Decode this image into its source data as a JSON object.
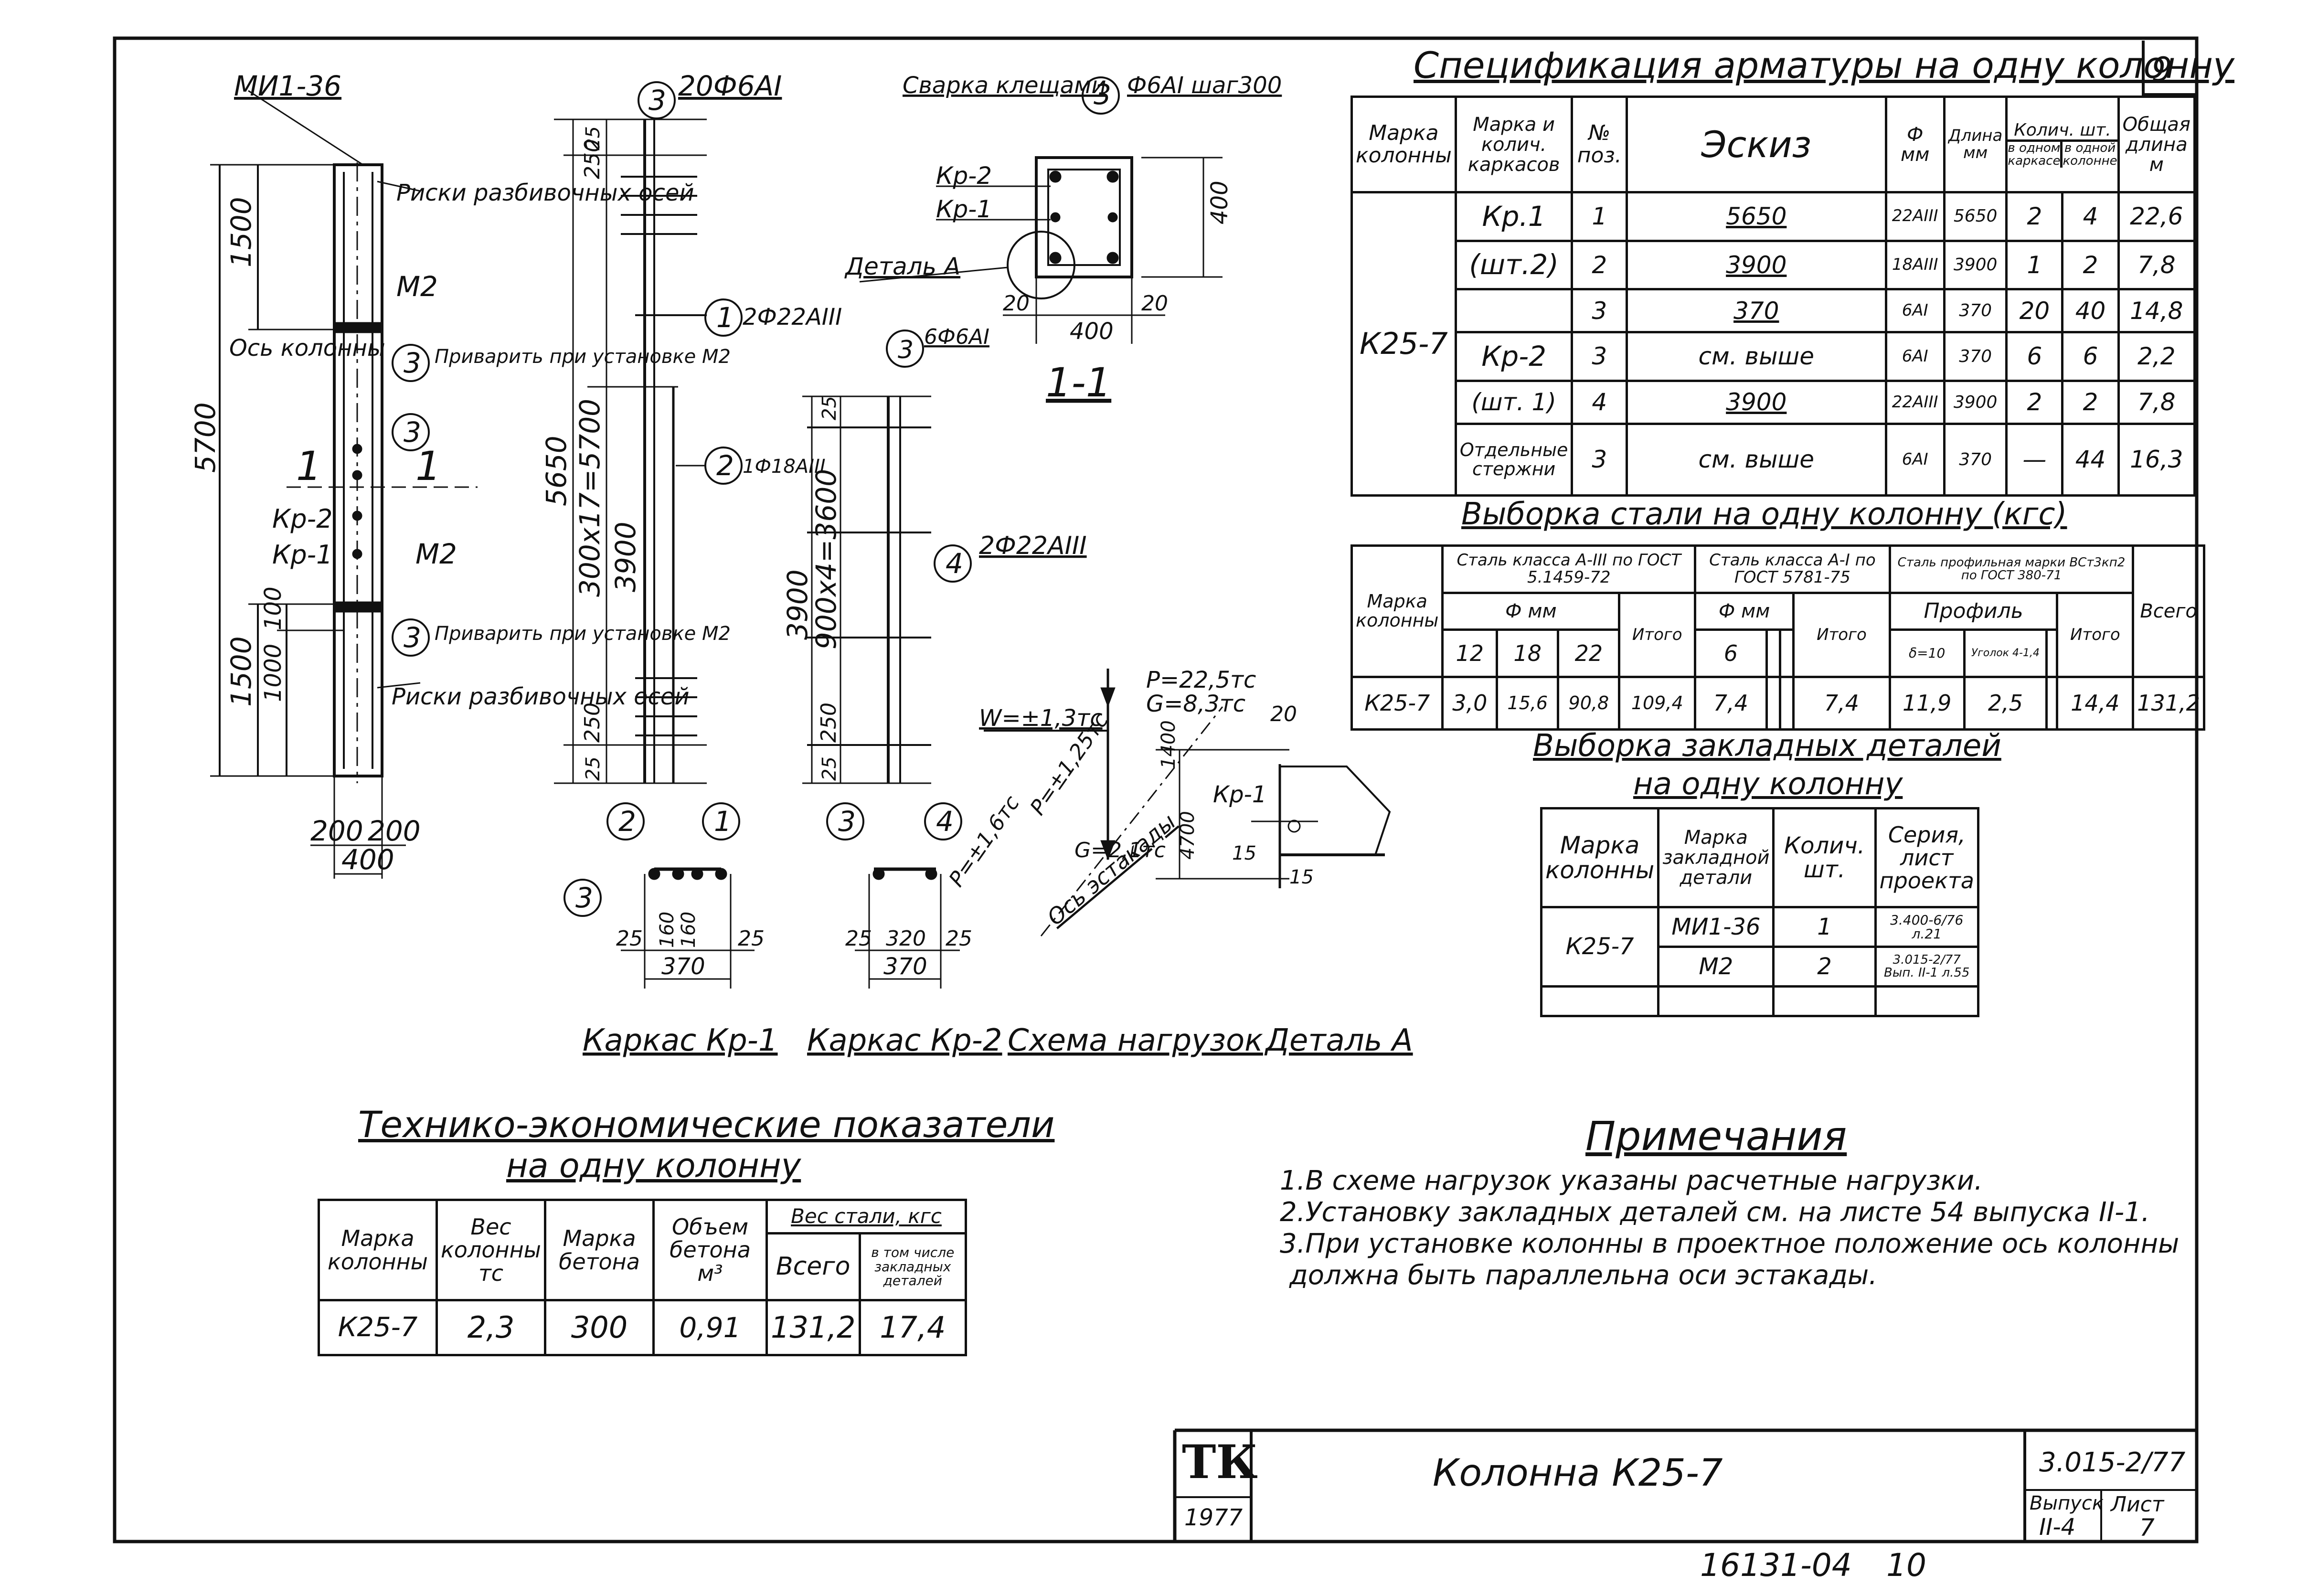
{
  "sheet_number": "9",
  "elevation": {
    "embedded_top": "МИ1-36",
    "risk_top": "Риски разбивочных осей",
    "m2_top": "М2",
    "axis": "Ось колонны",
    "weld_top": "Приварить при установке М2",
    "kp2": "Кр-2",
    "kp1": "Кр-1",
    "m2_bottom": "М2",
    "weld_bottom": "Приварить при установке М2",
    "risk_bottom": "Риски разбивочных осей",
    "section_mark": "1",
    "pos3": "3",
    "dim_5700": "5700",
    "dim_1500_top": "1500",
    "dim_1500_bot": "1500",
    "dim_1000": "1000",
    "dim_100": "100",
    "dim_200a": "200",
    "dim_200b": "200",
    "dim_400": "400"
  },
  "kp1": {
    "callout3": "20Ф6АI",
    "callout1": "2Ф22АIII",
    "callout2": "1Ф18АIII",
    "dim_5650": "5650",
    "dim_spacing": "300х17=5700",
    "dim_3900": "3900",
    "dim_250a": "250",
    "dim_250b": "250",
    "dim_25a": "25",
    "dim_25b": "25"
  },
  "kp2": {
    "callout3": "6Ф6АI",
    "callout4": "2Ф22АIII",
    "dim_3900": "3900",
    "dim_spacing": "900х4=3600",
    "dim_250": "250",
    "dim_25a": "25",
    "dim_25b": "25"
  },
  "section11": {
    "weld": "Сварка клещами",
    "callout3": "Ф6АI шаг300",
    "kp2": "Кр-2",
    "kp1": "Кр-1",
    "detail": "Деталь А",
    "title": "1-1",
    "dim_400w": "400",
    "dim_400h": "400",
    "dim_20a": "20",
    "dim_20b": "20"
  },
  "cross_sections": {
    "kp1_dims": [
      "25",
      "160",
      "160",
      "25"
    ],
    "kp1_total": "370",
    "kp2_dims": [
      "25",
      "320",
      "25"
    ],
    "kp2_total": "370",
    "n1": "1",
    "n2": "2",
    "n3": "3",
    "n4": "4"
  },
  "loads": {
    "w": "W=±1,3тс",
    "p": "P=22,5тс",
    "g": "G=8,3тс",
    "p1": "P=±1,6тс",
    "p2": "P=±1,25тс",
    "g2": "G=2,1тс",
    "axis": "Ось эстакады",
    "dim_1400": "1400",
    "dim_4700": "4700",
    "dim_20": "20",
    "dim_15a": "15",
    "dim_15b": "15",
    "kp1": "Кр-1"
  },
  "captions": {
    "kp1": "Каркас Кр-1",
    "kp2": "Каркас Кр-2",
    "loads": "Схема нагрузок",
    "detail": "Деталь А"
  },
  "spec": {
    "title": "Спецификация арматуры на одну колонну",
    "headers": {
      "mark": "Марка колонны",
      "cage": "Марка и колич. каркасов",
      "pos": "№ поз.",
      "sketch": "Эскиз",
      "dia": "Ф мм",
      "len": "Длина мм",
      "qty": "Колич. шт.",
      "qty_one": "в одном каркасе",
      "qty_col": "в одной колонне",
      "total": "Общая длина м"
    },
    "column": "К25-7",
    "rows": [
      {
        "cage": "Кр.1",
        "pos": "1",
        "sketch": "5650",
        "dia": "22АIII",
        "len": "5650",
        "q1": "2",
        "q2": "4",
        "total": "22,6"
      },
      {
        "cage": "(шт.2)",
        "pos": "2",
        "sketch": "3900",
        "dia": "18АIII",
        "len": "3900",
        "q1": "1",
        "q2": "2",
        "total": "7,8"
      },
      {
        "cage": "",
        "pos": "3",
        "sketch": "370",
        "dia": "6АI",
        "len": "370",
        "q1": "20",
        "q2": "40",
        "total": "14,8"
      },
      {
        "cage": "Кр-2",
        "pos": "3",
        "sketch": "см. выше",
        "dia": "6АI",
        "len": "370",
        "q1": "6",
        "q2": "6",
        "total": "2,2"
      },
      {
        "cage": "(шт. 1)",
        "pos": "4",
        "sketch": "3900",
        "dia": "22АIII",
        "len": "3900",
        "q1": "2",
        "q2": "2",
        "total": "7,8"
      },
      {
        "cage": "Отдельные стержни",
        "pos": "3",
        "sketch": "см. выше",
        "dia": "6АI",
        "len": "370",
        "q1": "—",
        "q2": "44",
        "total": "16,3"
      }
    ]
  },
  "steel": {
    "title": "Выборка стали на одну колонну (кгс)",
    "mark": "Марка колонны",
    "a3": "Сталь класса А-III по ГОСТ 5.1459-72",
    "a1": "Сталь класса А-I по ГОСТ 5781-75",
    "prof": "Сталь профильная марки ВСт3кп2 по ГОСТ 380-71",
    "mm": "Ф мм",
    "profile": "Профиль",
    "itogo": "Итого",
    "vsego": "Всего",
    "d12": "12",
    "d18": "18",
    "d22": "22",
    "d6": "6",
    "s10": "δ=10",
    "ugol": "Уголок 4-1,4",
    "column": "К25-7",
    "v12": "3,0",
    "v18": "15,6",
    "v22": "90,8",
    "vitogo3": "109,4",
    "v6": "7,4",
    "vitogo1": "7,4",
    "vs10": "11,9",
    "vugol": "2,5",
    "vitogo_p": "14,4",
    "vtotal": "131,2"
  },
  "embedded": {
    "title1": "Выборка закладных деталей",
    "title2": "на одну колонну",
    "h_mark": "Марка колонны",
    "h_det": "Марка закладной детали",
    "h_qty": "Колич. шт.",
    "h_series": "Серия, лист проекта",
    "column": "К25-7",
    "rows": [
      {
        "det": "МИ1-36",
        "qty": "1",
        "series": "3.400-6/76 л.21"
      },
      {
        "det": "М2",
        "qty": "2",
        "series": "3.015-2/77 Вып. II-1 л.55"
      }
    ]
  },
  "tep": {
    "title1": "Технико-экономические показатели",
    "title2": "на одну колонну",
    "h_mark": "Марка колонны",
    "h_weight": "Вес колонны тс",
    "h_concrete": "Марка бетона",
    "h_volume": "Объем бетона м³",
    "h_steel": "Вес стали, кгс",
    "h_total": "Всего",
    "h_incl": "в том числе закладных деталей",
    "column": "К25-7",
    "weight": "2,3",
    "concrete": "300",
    "volume": "0,91",
    "total": "131,2",
    "incl": "17,4"
  },
  "notes": {
    "title": "Примечания",
    "items": [
      "1.В схеме нагрузок указаны расчетные нагрузки.",
      "2.Установку закладных деталей см. на листе 54 выпуска II-1.",
      "3.При установке колонны в проектное положение ось колонны",
      "должна быть параллельна оси эстакады."
    ]
  },
  "title_block": {
    "logo": "ТК",
    "year": "1977",
    "name": "Колонна К25-7",
    "series": "3.015-2/77",
    "issue_label": "Выпуск",
    "issue": "II-4",
    "sheet_label": "Лист",
    "sheet": "7"
  },
  "archive_number": "16131-04",
  "archive_page": "10"
}
